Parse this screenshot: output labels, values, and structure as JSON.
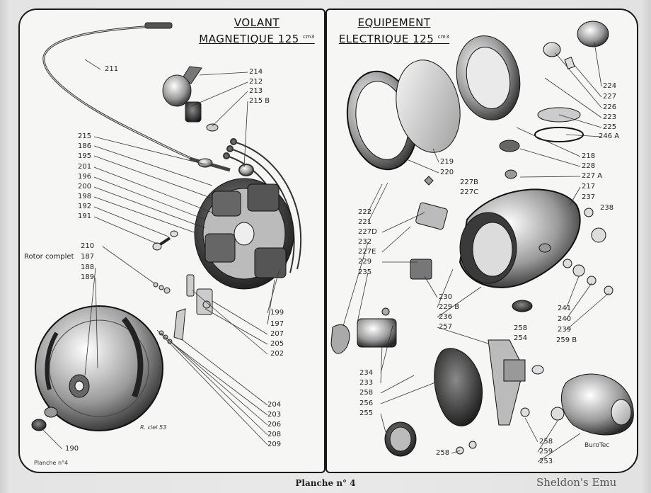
{
  "left_title": {
    "line1": "VOLANT",
    "line2": "MAGNETIQUE 125",
    "unit": "cm3"
  },
  "right_title": {
    "line1": "EQUIPEMENT",
    "line2": "ELECTRIQUE 125",
    "unit": "cm3"
  },
  "footer": "Planche n° 4",
  "corner_label": "Planche n°4",
  "signature": "R. ciel 53",
  "brand": "BuroTec",
  "watermark": "Sheldon's Emu",
  "rotor_label": "Rotor complet",
  "left_labels": {
    "n211": "211",
    "n214": "214",
    "n212": "212",
    "n213": "213",
    "n215b": "215 B",
    "n215": "215",
    "n186": "186",
    "n195": "195",
    "n201": "201",
    "n196": "196",
    "n200": "200",
    "n198": "198",
    "n192": "192",
    "n191": "191",
    "n210": "210",
    "n187": "187",
    "n188": "188",
    "n189": "189",
    "n199": "199",
    "n197": "197",
    "n207": "207",
    "n205": "205",
    "n202": "202",
    "n204": "204",
    "n203": "203",
    "n206": "206",
    "n208": "208",
    "n209": "209",
    "n190": "190"
  },
  "right_labels": {
    "n224": "224",
    "n227": "227",
    "n226": "226",
    "n223": "223",
    "n225": "225",
    "n246a": "246 A",
    "n218": "218",
    "n228": "228",
    "n227a": "227 A",
    "n217": "217",
    "n237": "237",
    "n238": "238",
    "n219": "219",
    "n220": "220",
    "n227b": "227B",
    "n227c": "227C",
    "n222": "222",
    "n221": "221",
    "n227d": "227D",
    "n232": "232",
    "n227e": "227E",
    "n229": "229",
    "n235": "235",
    "n230": "230",
    "n229b": "229 B",
    "n236": "236",
    "n257": "257",
    "n258a": "258",
    "n254": "254",
    "n241": "241",
    "n240": "240",
    "n239": "239",
    "n259b": "259 B",
    "n234": "234",
    "n233": "233",
    "n258b": "258",
    "n256": "256",
    "n255": "255",
    "n258c": "258",
    "n258d": "258",
    "n259": "259",
    "n253": "253"
  }
}
